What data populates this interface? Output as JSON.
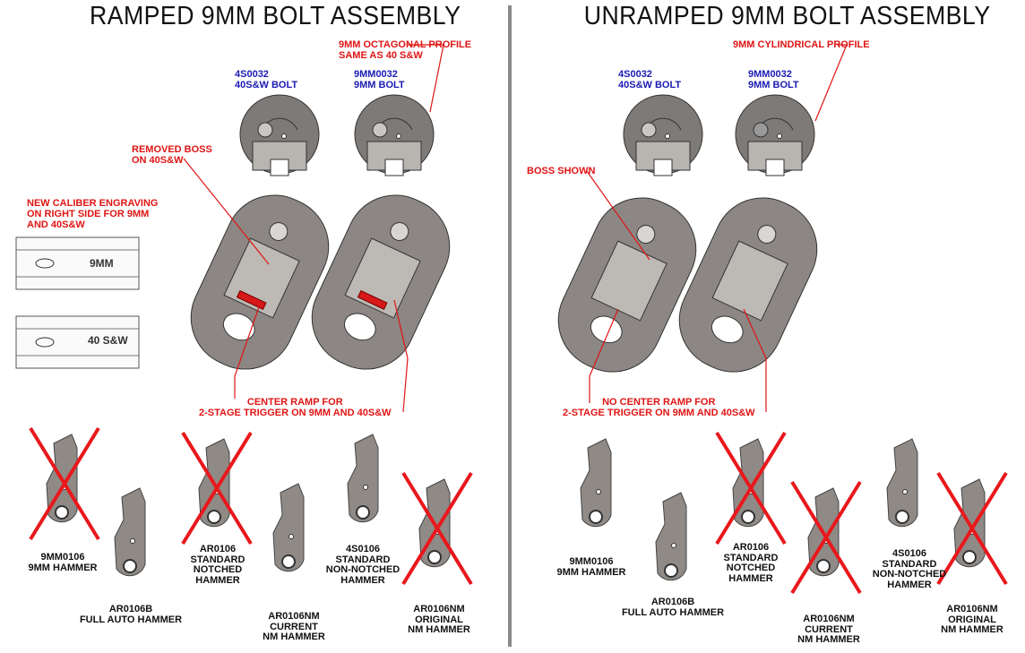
{
  "left": {
    "title": "RAMPED 9MM BOLT ASSEMBLY",
    "bolt_labels": [
      {
        "part": "4S0032",
        "desc": "40S&W BOLT"
      },
      {
        "part": "9MM0032",
        "desc": "9MM BOLT"
      }
    ],
    "profile_note": [
      "9MM OCTAGONAL PROFILE",
      "SAME AS 40 S&W"
    ],
    "boss_note": [
      "REMOVED BOSS",
      "ON 40S&W"
    ],
    "engraving_note": [
      "NEW CALIBER ENGRAVING",
      "ON RIGHT SIDE FOR 9MM",
      "AND 40S&W"
    ],
    "engravings": [
      "9MM",
      "40 S&W"
    ],
    "ramp_note": [
      "CENTER RAMP FOR",
      "2-STAGE TRIGGER ON 9MM AND 40S&W"
    ],
    "hammers": [
      {
        "lines": [
          "9MM0106",
          "9MM HAMMER"
        ],
        "crossed": true
      },
      {
        "lines": [
          "AR0106B",
          "FULL AUTO HAMMER"
        ],
        "crossed": false
      },
      {
        "lines": [
          "AR0106",
          "STANDARD",
          "NOTCHED",
          "HAMMER"
        ],
        "crossed": true
      },
      {
        "lines": [
          "AR0106NM",
          "CURRENT",
          "NM HAMMER"
        ],
        "crossed": false
      },
      {
        "lines": [
          "4S0106",
          "STANDARD",
          "NON-NOTCHED",
          "HAMMER"
        ],
        "crossed": false
      },
      {
        "lines": [
          "AR0106NM",
          "ORIGINAL",
          "NM HAMMER"
        ],
        "crossed": true
      }
    ]
  },
  "right": {
    "title": "UNRAMPED 9MM BOLT ASSEMBLY",
    "bolt_labels": [
      {
        "part": "4S0032",
        "desc": "40S&W BOLT"
      },
      {
        "part": "9MM0032",
        "desc": "9MM BOLT"
      }
    ],
    "profile_note": [
      "9MM CYLINDRICAL PROFILE"
    ],
    "boss_note": [
      "BOSS SHOWN"
    ],
    "ramp_note": [
      "NO CENTER RAMP FOR",
      "2-STAGE TRIGGER ON 9MM AND 40S&W"
    ],
    "hammers": [
      {
        "lines": [
          "9MM0106",
          "9MM HAMMER"
        ],
        "crossed": false
      },
      {
        "lines": [
          "AR0106B",
          "FULL AUTO HAMMER"
        ],
        "crossed": false
      },
      {
        "lines": [
          "AR0106",
          "STANDARD",
          "NOTCHED",
          "HAMMER"
        ],
        "crossed": true
      },
      {
        "lines": [
          "AR0106NM",
          "CURRENT",
          "NM HAMMER"
        ],
        "crossed": true
      },
      {
        "lines": [
          "4S0106",
          "STANDARD",
          "NON-NOTCHED",
          "HAMMER"
        ],
        "crossed": false
      },
      {
        "lines": [
          "AR0106NM",
          "ORIGINAL",
          "NM HAMMER"
        ],
        "crossed": true
      }
    ]
  },
  "colors": {
    "annotation": "#e01414",
    "part_label": "#1a1ab4",
    "metal": "#8f8a86",
    "cross": "#e8181c"
  }
}
